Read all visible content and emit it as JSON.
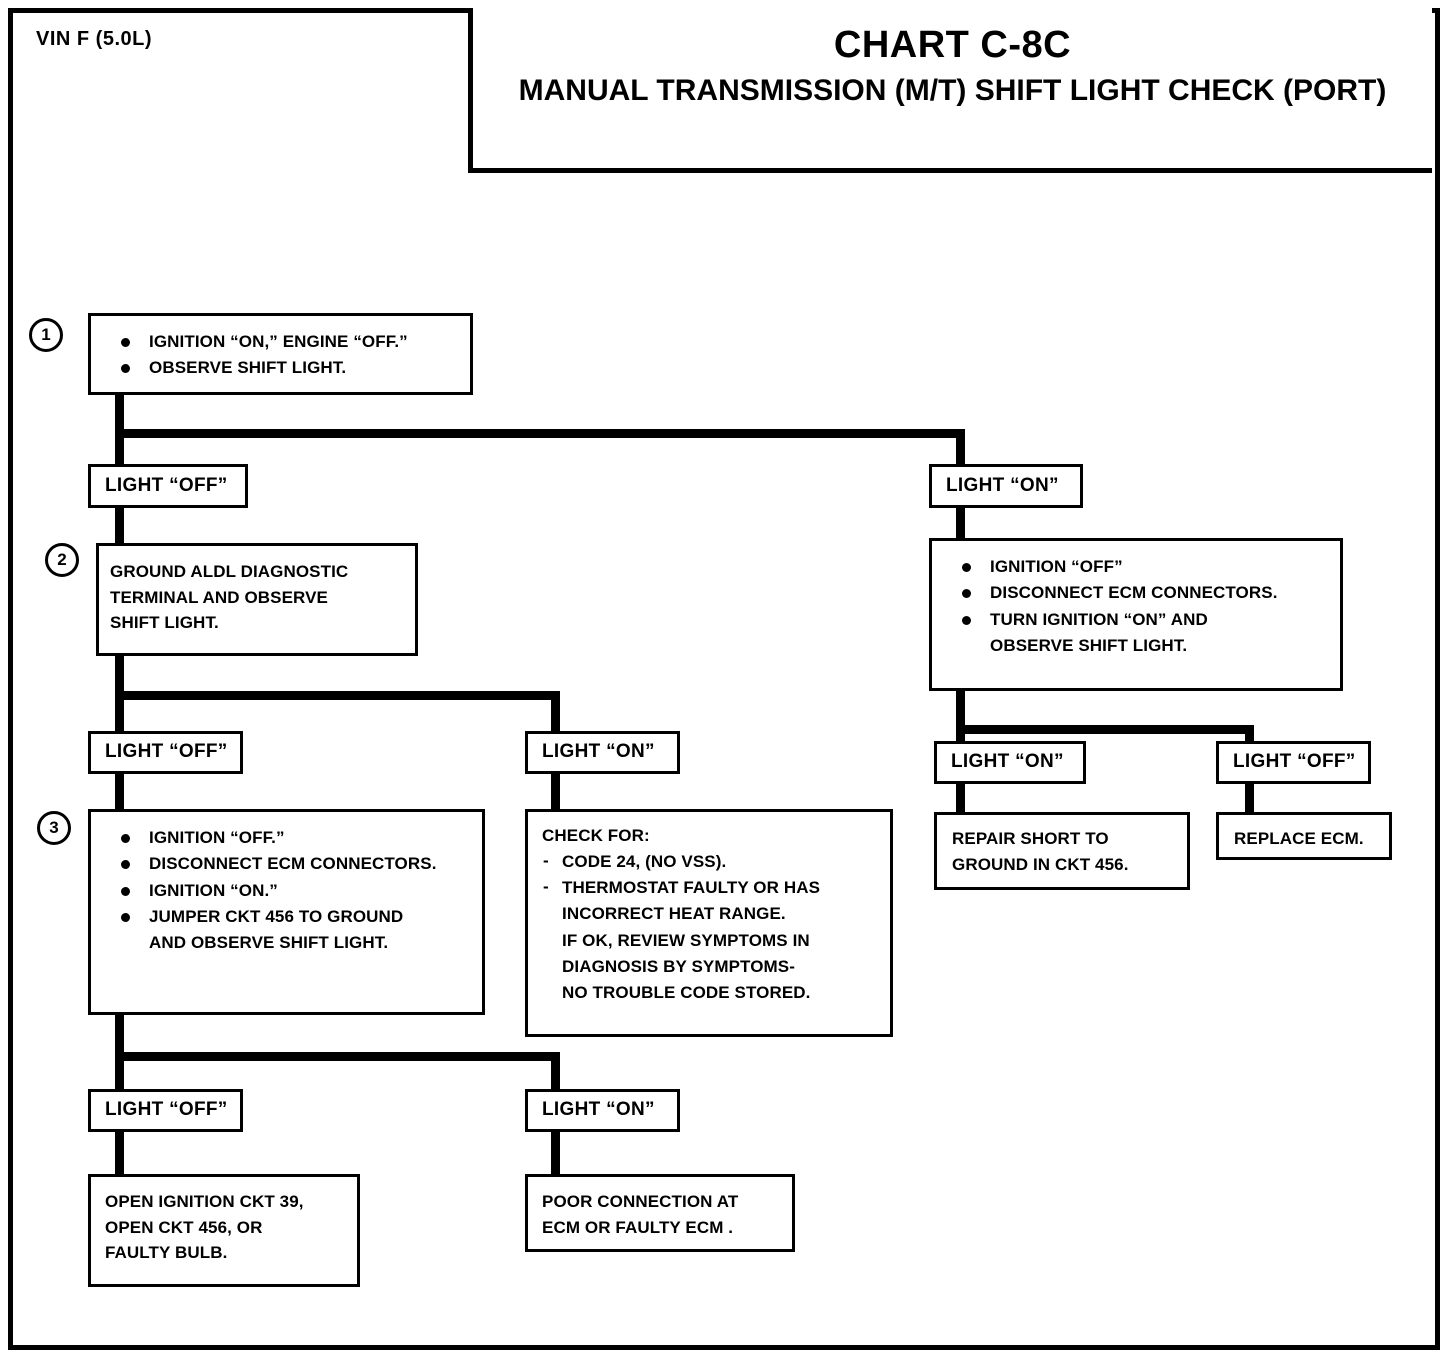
{
  "header": {
    "vin": "VIN F (5.0L)",
    "chart_id": "CHART C-8C",
    "chart_title": "MANUAL TRANSMISSION (M/T) SHIFT LIGHT CHECK\n(PORT)"
  },
  "steps": {
    "one": "1",
    "two": "2",
    "three": "3"
  },
  "nodes": {
    "step1": {
      "bullets": [
        "IGNITION “ON,” ENGINE “OFF.”",
        "OBSERVE SHIFT LIGHT."
      ]
    },
    "branch1_off": "LIGHT “OFF”",
    "branch1_on": "LIGHT “ON”",
    "step2": "GROUND ALDL DIAGNOSTIC\nTERMINAL AND OBSERVE\nSHIFT LIGHT.",
    "right_action": {
      "bullets": [
        "IGNITION “OFF”",
        "DISCONNECT ECM CONNECTORS.",
        "TURN IGNITION “ON” AND\nOBSERVE SHIFT LIGHT."
      ]
    },
    "branch2_off": "LIGHT “OFF”",
    "branch2_on": "LIGHT “ON”",
    "branch_r_on": "LIGHT “ON”",
    "branch_r_off": "LIGHT “OFF”",
    "repair_short": "REPAIR SHORT TO\nGROUND IN CKT 456.",
    "replace_ecm": "REPLACE ECM.",
    "step3": {
      "bullets": [
        "IGNITION “OFF.”",
        "DISCONNECT ECM CONNECTORS.",
        "IGNITION “ON.”",
        "JUMPER CKT 456 TO GROUND\nAND OBSERVE SHIFT LIGHT."
      ]
    },
    "check_for": {
      "heading": "CHECK FOR:",
      "items": [
        "CODE 24, (NO VSS).",
        "THERMOSTAT FAULTY OR HAS\nINCORRECT HEAT RANGE."
      ],
      "note": "IF OK, REVIEW SYMPTOMS IN\nDIAGNOSIS BY SYMPTOMS-\nNO TROUBLE CODE STORED."
    },
    "branch3_off": "LIGHT “OFF”",
    "branch3_on": "LIGHT “ON”",
    "open_ignition": "OPEN IGNITION CKT 39,\nOPEN CKT 456, OR\nFAULTY BULB.",
    "poor_connection": "POOR CONNECTION AT\nECM OR FAULTY ECM ."
  },
  "colors": {
    "ink": "#000000",
    "paper": "#ffffff"
  }
}
